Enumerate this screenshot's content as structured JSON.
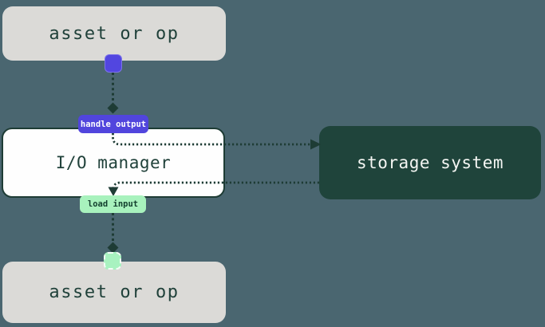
{
  "diagram": {
    "background_color": "#4a6670",
    "colors": {
      "asset_node_fill": "#dbdad7",
      "io_manager_fill": "#fefefe",
      "storage_node_fill": "#1f443b",
      "edge_dark_green": "#1e3c35",
      "accent_purple": "#5246e0",
      "accent_light_green": "#a8f2c0",
      "storage_text": "#f4f6f3",
      "dark_text": "#20413a"
    },
    "nodes": {
      "asset_top": {
        "label": "asset or op"
      },
      "io_manager": {
        "label": "I/O manager"
      },
      "asset_bottom": {
        "label": "asset or op"
      },
      "storage_system": {
        "label": "storage system"
      }
    },
    "edge_labels": {
      "handle_output": "handle output",
      "load_input": "load input"
    }
  }
}
